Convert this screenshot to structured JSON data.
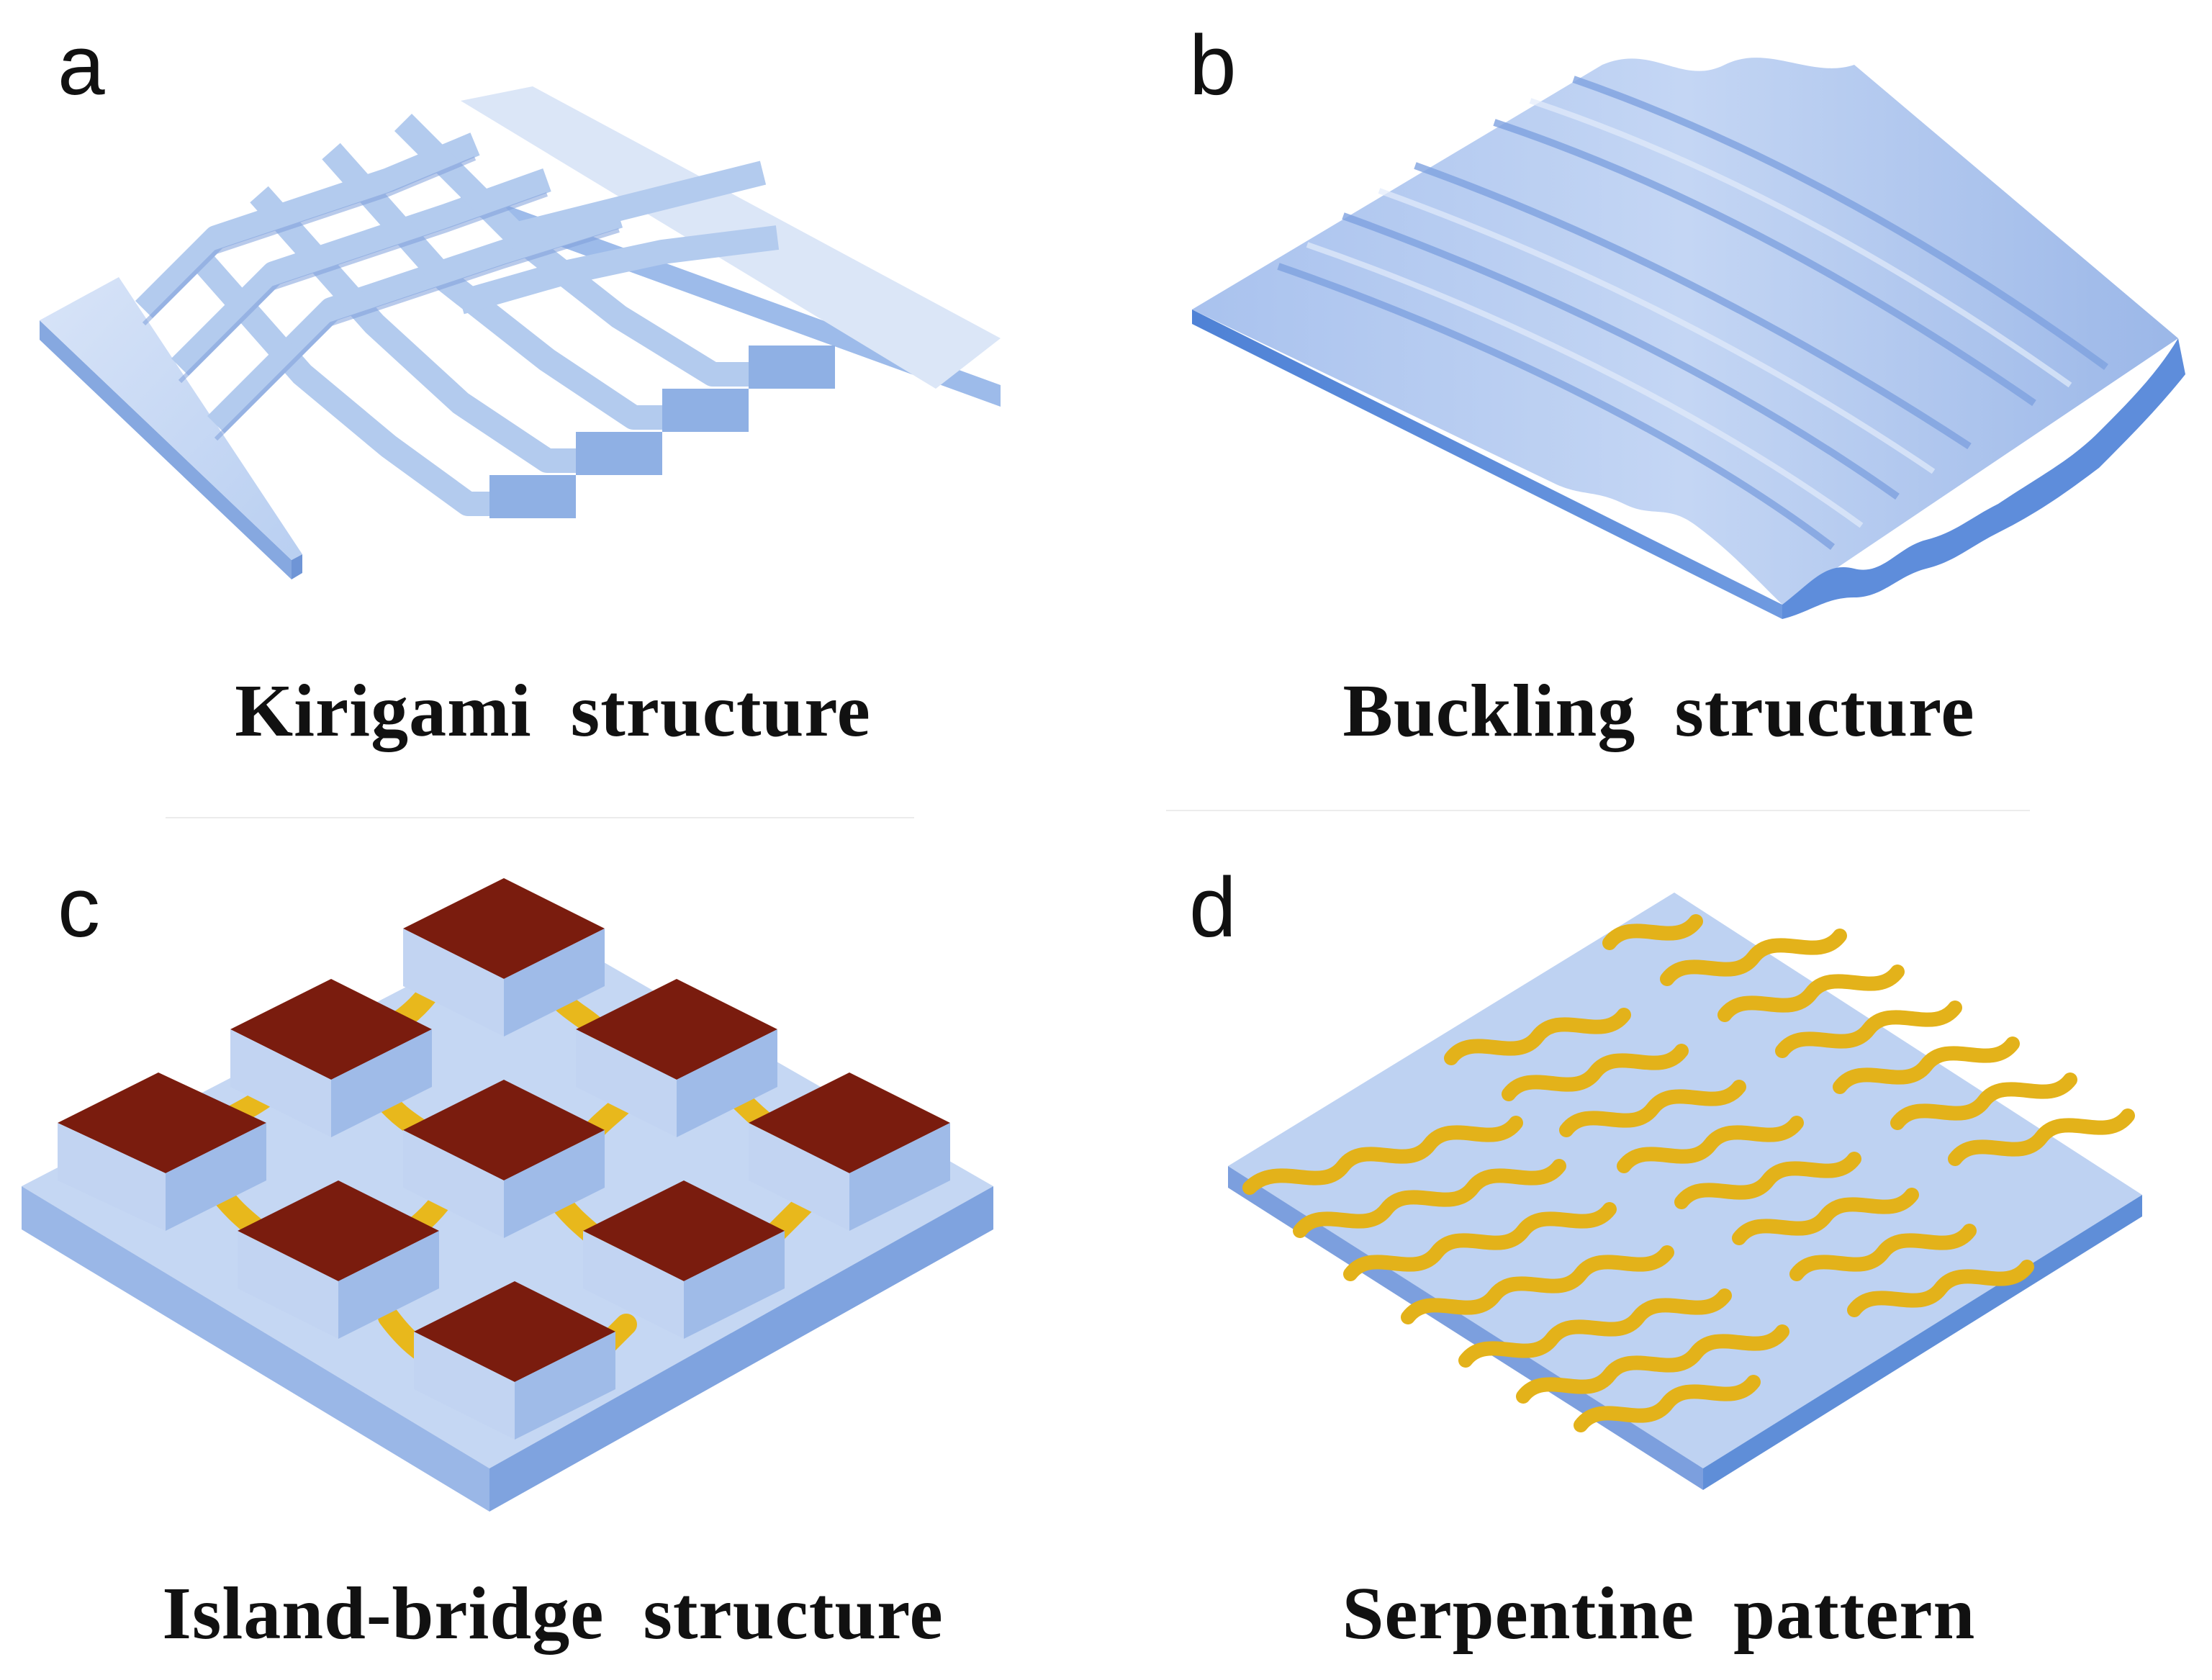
{
  "panels": [
    {
      "letter": "a",
      "caption": "Kirigami  structure"
    },
    {
      "letter": "b",
      "caption": "Buckling  structure"
    },
    {
      "letter": "c",
      "caption": "Island-bridge  structure"
    },
    {
      "letter": "d",
      "caption": "Serpentine  pattern"
    }
  ],
  "colors": {
    "substrate_top": "#c9d9f3",
    "substrate_side": "#8fb0e4",
    "substrate_dark": "#5f8ed8",
    "island_top": "#7a1c0e",
    "interconnect": "#e8b81c",
    "text": "#111111"
  }
}
